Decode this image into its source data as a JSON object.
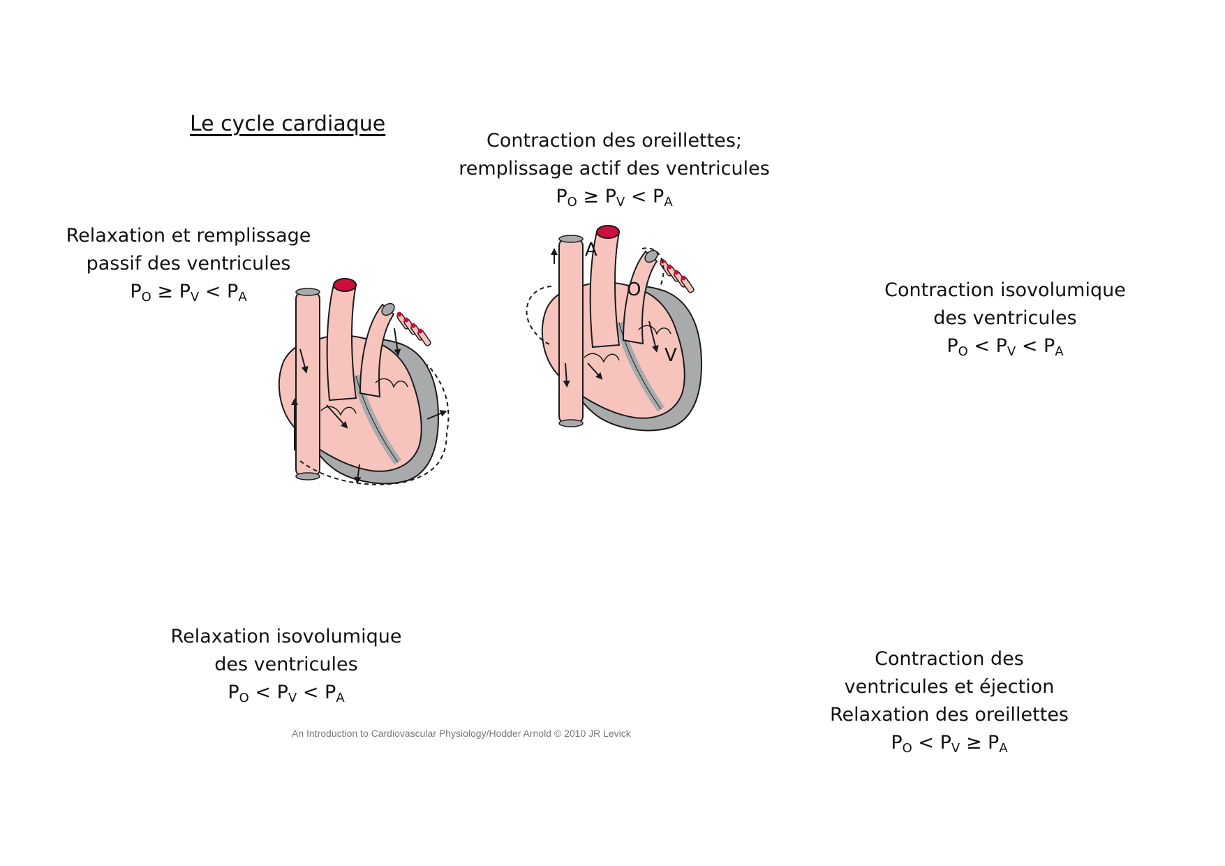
{
  "title": "Le cycle cardiaque",
  "credit": "An Introduction to Cardiovascular Physiology/Hodder Arnold © 2010 JR Levick",
  "heart_tags": {
    "a": "A",
    "o": "O",
    "v": "V"
  },
  "colors": {
    "tissue": "#f6c3bd",
    "wall": "#a9aaac",
    "vessel_cap": "#cc0f3a",
    "outline": "#1a1a1a"
  },
  "phases": [
    {
      "lines": [
        "Relaxation et remplissage",
        "passif des ventricules"
      ],
      "formula": {
        "p1": "P",
        "s1": "O",
        "op1": "≥",
        "p2": "P",
        "s2": "V",
        "op2": "<",
        "p3": "P",
        "s3": "A"
      }
    },
    {
      "lines": [
        "Contraction des oreillettes;",
        "remplissage actif des ventricules"
      ],
      "formula": {
        "p1": "P",
        "s1": "O",
        "op1": "≥",
        "p2": "P",
        "s2": "V",
        "op2": "<",
        "p3": "P",
        "s3": "A"
      }
    },
    {
      "lines": [
        "Contraction isovolumique",
        "des ventricules"
      ],
      "formula": {
        "p1": "P",
        "s1": "O",
        "op1": "<",
        "p2": "P",
        "s2": "V",
        "op2": "<",
        "p3": "P",
        "s3": "A"
      }
    },
    {
      "lines": [
        "Contraction des",
        "ventricules et éjection",
        "Relaxation des oreillettes"
      ],
      "formula": {
        "p1": "P",
        "s1": "O",
        "op1": "<",
        "p2": "P",
        "s2": "V",
        "op2": "≥",
        "p3": "P",
        "s3": "A"
      }
    },
    {
      "lines": [
        "Relaxation isovolumique",
        "des ventricules"
      ],
      "formula": {
        "p1": "P",
        "s1": "O",
        "op1": "<",
        "p2": "P",
        "s2": "V",
        "op2": "<",
        "p3": "P",
        "s3": "A"
      }
    }
  ]
}
